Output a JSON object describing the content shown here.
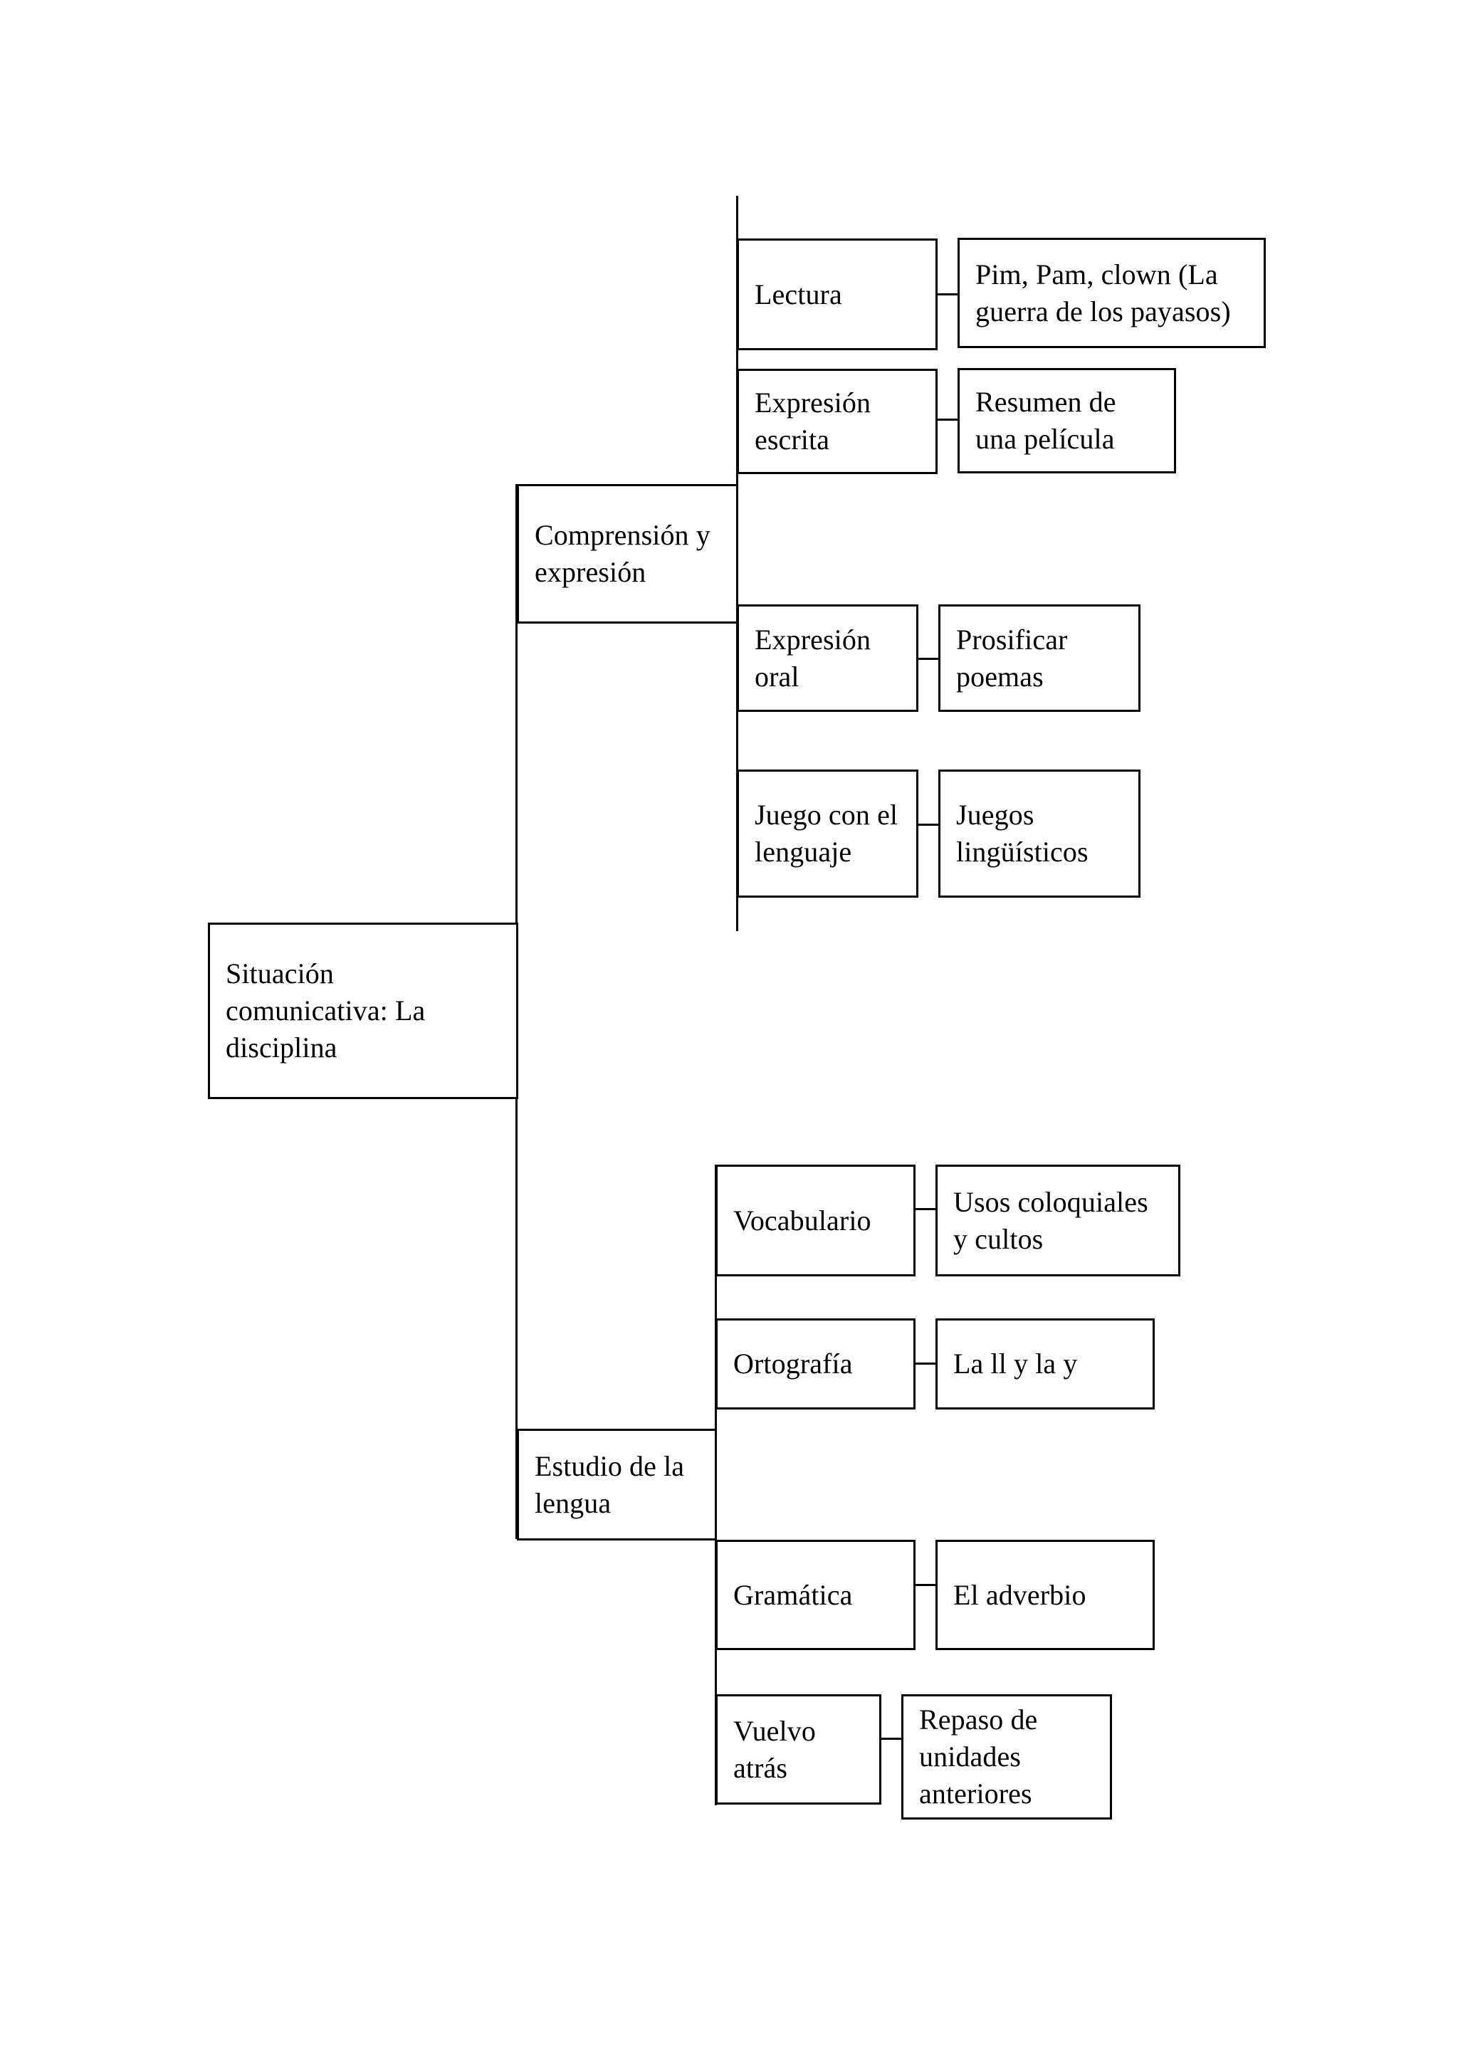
{
  "diagram": {
    "type": "tree-map",
    "title_node": "Situación comunicativa: La disciplina",
    "root": {
      "label": "Situación comunicativa: La disciplina"
    },
    "branches": [
      {
        "label": "Comprensión y expresión",
        "children": [
          {
            "label": "Lectura",
            "detail": "Pim, Pam, clown (La guerra de los payasos)"
          },
          {
            "label": "Expresión escrita",
            "detail": "Resumen de una película"
          },
          {
            "label": "Expresión oral",
            "detail": "Prosificar poemas"
          },
          {
            "label": "Juego con el lenguaje",
            "detail": "Juegos lingüísticos"
          }
        ]
      },
      {
        "label": "Estudio de la lengua",
        "children": [
          {
            "label": "Vocabulario",
            "detail": "Usos coloquiales y cultos"
          },
          {
            "label": "Ortografía",
            "detail": "La ll y la y"
          },
          {
            "label": "Gramática",
            "detail": "El adverbio"
          },
          {
            "label": "Vuelvo atrás",
            "detail": "Repaso de unidades anteriores"
          }
        ]
      }
    ],
    "colors": {
      "background": "#ffffff",
      "stroke": "#000000",
      "text": "#000000"
    }
  }
}
